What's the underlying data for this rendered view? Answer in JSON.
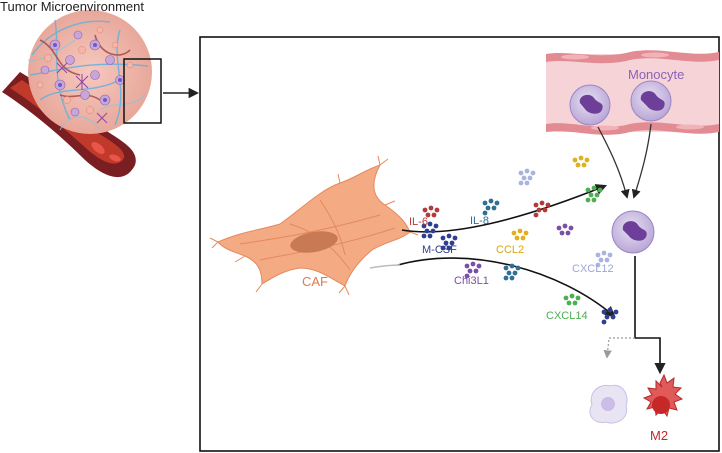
{
  "title": "Tumor Microenvironment",
  "labels": {
    "caf": "CAF",
    "monocyte": "Monocyte",
    "m2": "M2",
    "il6": "IL-6",
    "il8": "IL-8",
    "mcsf": "M-CSF",
    "ccl2": "CCL2",
    "chi3l1": "Chi3L1",
    "cxcl12": "CXCL12",
    "cxcl14": "CXCL14"
  },
  "colors": {
    "caf": "#f0a37a",
    "caf_label": "#e07a4f",
    "monocyte_label": "#8a62b8",
    "vessel": "#f4cfd3",
    "il6": "#b33a3a",
    "il8": "#2f6f94",
    "mcsf": "#2f3e8f",
    "ccl2": "#e0b020",
    "chi3l1": "#7a4fa8",
    "cxcl12": "#aab3e0",
    "cxcl14": "#4caf50",
    "m2": "#d32f2f"
  }
}
